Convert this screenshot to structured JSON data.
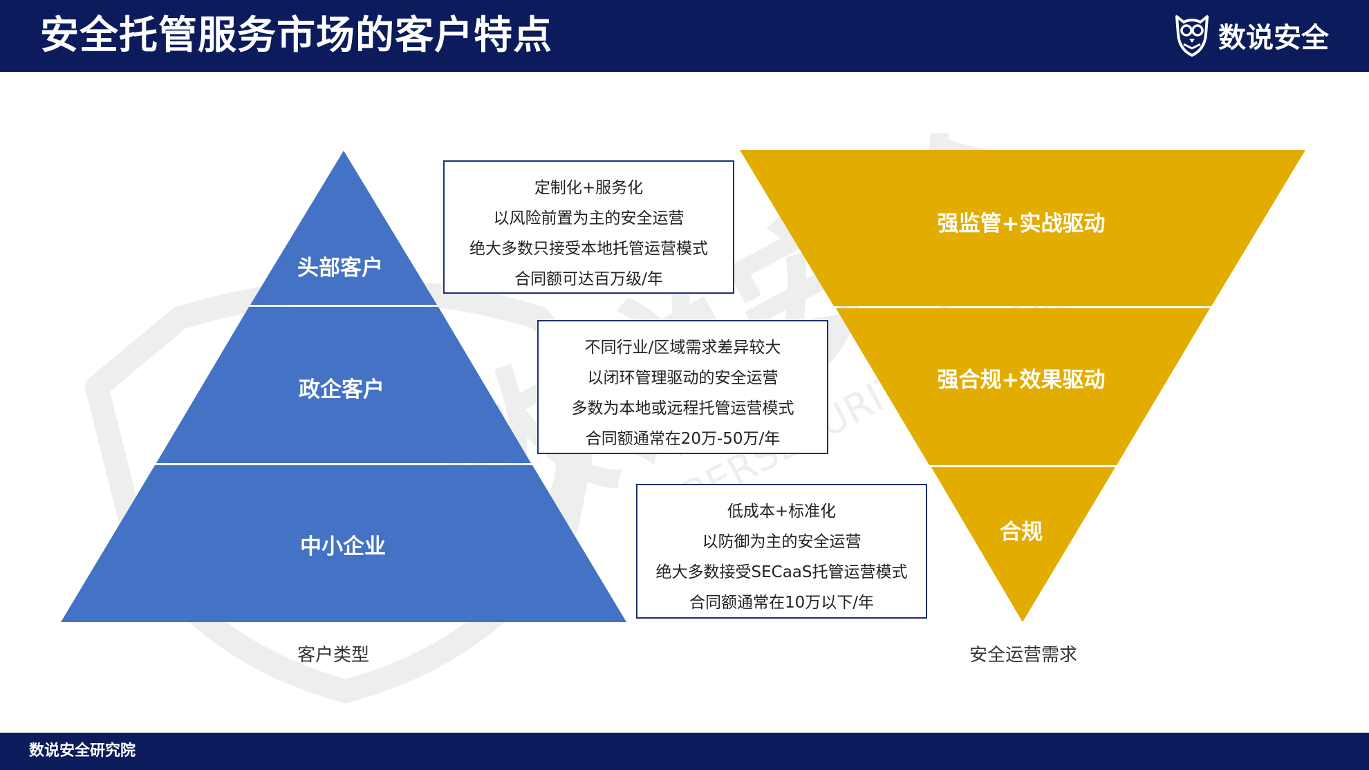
{
  "header": {
    "title": "安全托管服务市场的客户特点"
  },
  "brand": {
    "name": "数说安全",
    "icon": "owl-shield-icon"
  },
  "watermark": {
    "text": "数说安全",
    "subtext": "CYBERSECURITY REVIEWS"
  },
  "pyramid": {
    "caption": "客户类型",
    "tiers": [
      {
        "label": "头部客户"
      },
      {
        "label": "政企客户"
      },
      {
        "label": "中小企业"
      }
    ]
  },
  "inverted_pyramid": {
    "caption": "安全运营需求",
    "tiers": [
      {
        "label": "强监管+实战驱动"
      },
      {
        "label": "强合规+效果驱动"
      },
      {
        "label": "合规"
      }
    ]
  },
  "boxes": [
    {
      "lines": [
        "定制化+服务化",
        "以风险前置为主的安全运营",
        "绝大多数只接受本地托管运营模式",
        "合同额可达百万级/年"
      ]
    },
    {
      "lines": [
        "不同行业/区域需求差异较大",
        "以闭环管理驱动的安全运营",
        "多数为本地或远程托管运营模式",
        "合同额通常在20万-50万/年"
      ]
    },
    {
      "lines": [
        "低成本+标准化",
        "以防御为主的安全运营",
        "绝大多数接受SECaaS托管运营模式",
        "合同额通常在10万以下/年"
      ]
    }
  ],
  "footer": {
    "text": "数说安全研究院"
  },
  "colors": {
    "header_bg": "#0b1b5c",
    "pyramid_fill": "#4472c4",
    "inverted_fill": "#e2ac00",
    "box_border": "#1d2f77"
  }
}
